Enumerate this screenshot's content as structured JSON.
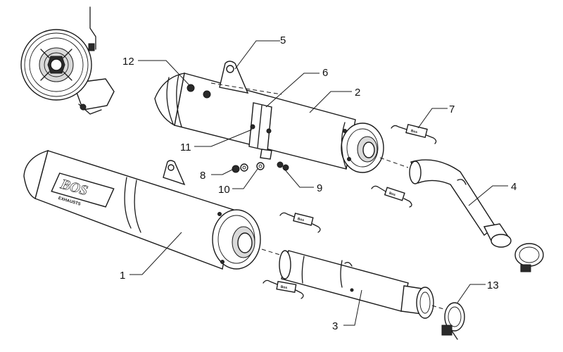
{
  "diagram": {
    "callouts": [
      {
        "id": "1",
        "label": "1"
      },
      {
        "id": "2",
        "label": "2"
      },
      {
        "id": "3",
        "label": "3"
      },
      {
        "id": "4",
        "label": "4"
      },
      {
        "id": "5",
        "label": "5"
      },
      {
        "id": "6",
        "label": "6"
      },
      {
        "id": "7",
        "label": "7"
      },
      {
        "id": "8",
        "label": "8"
      },
      {
        "id": "9",
        "label": "9"
      },
      {
        "id": "10",
        "label": "10"
      },
      {
        "id": "11",
        "label": "11"
      },
      {
        "id": "12",
        "label": "12"
      },
      {
        "id": "13",
        "label": "13"
      }
    ],
    "logo": {
      "main": "BOS",
      "sub": "EXHAUSTS"
    },
    "spring_tag": "Bos"
  }
}
